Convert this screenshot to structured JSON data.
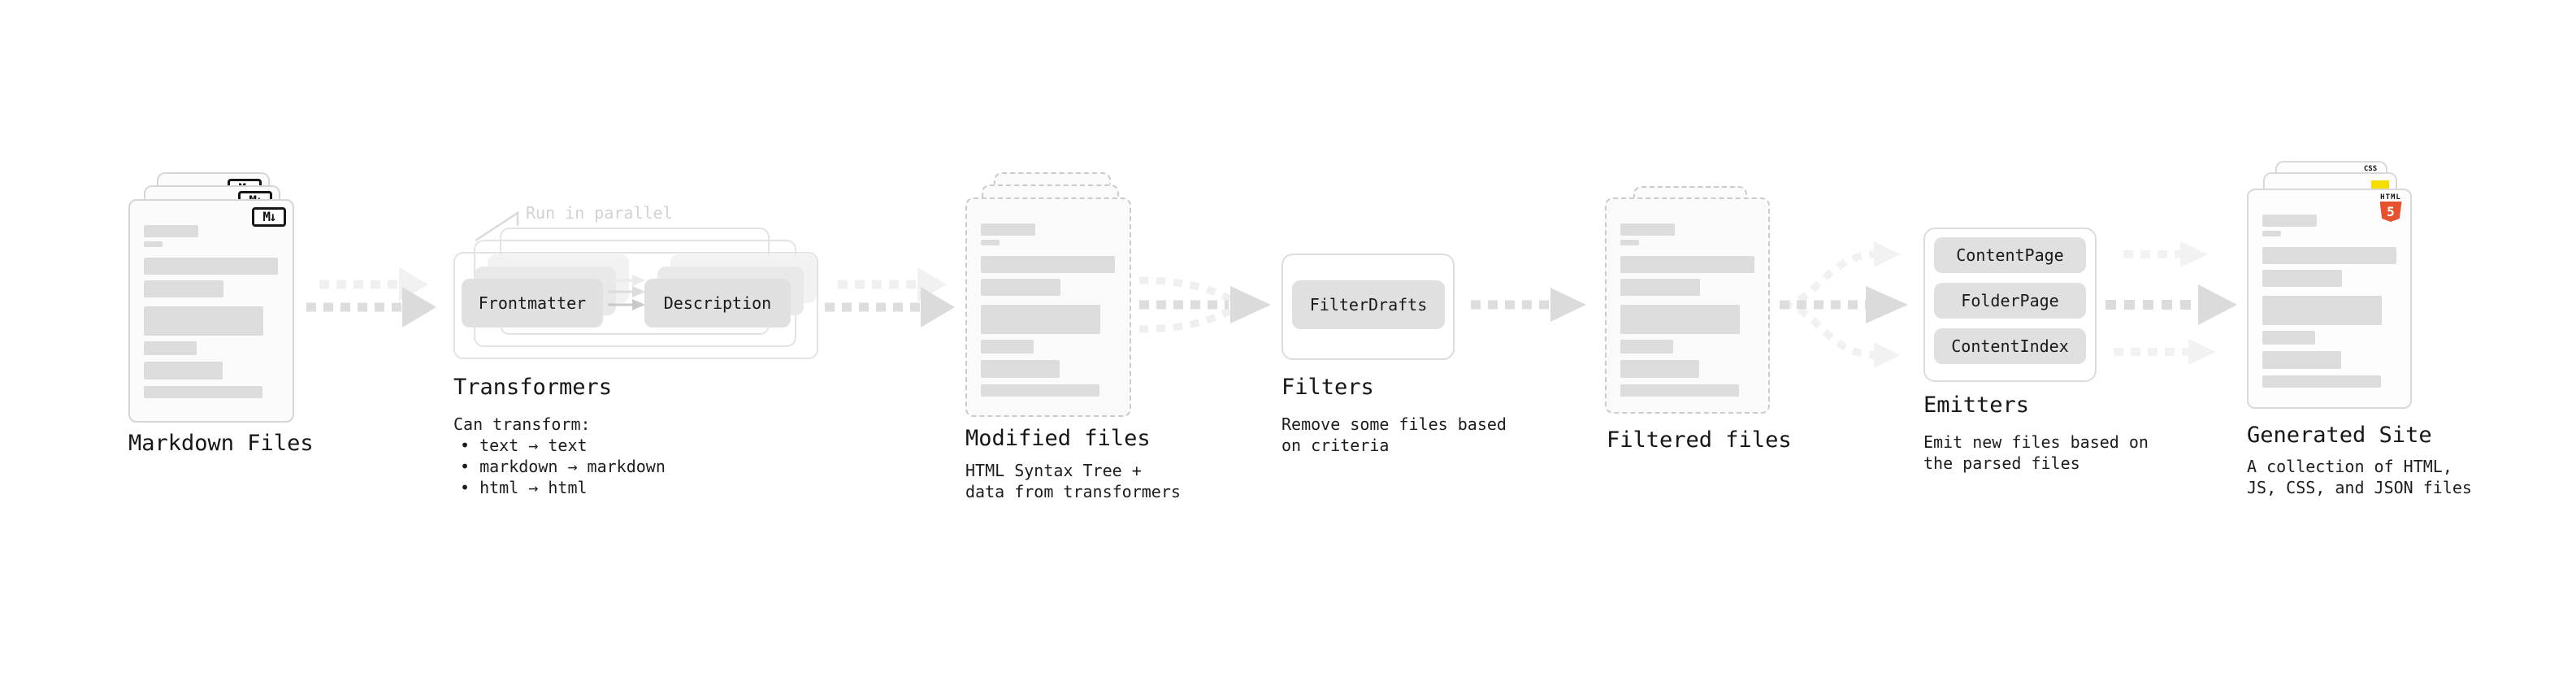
{
  "page": {
    "background": "#ffffff"
  },
  "colors": {
    "html5-orange": "#e8512d",
    "js-yellow": "#f5de00",
    "css-blue": "#2d63f1"
  },
  "nodes": {
    "markdown_files": {
      "title": "Markdown Files",
      "badge": "M↓"
    },
    "transformers": {
      "title": "Transformers",
      "annotation": "Run in parallel",
      "pill_left": "Frontmatter",
      "pill_right": "Description",
      "caption_intro": "Can transform:",
      "bullets": [
        "• text → text",
        "• markdown → markdown",
        "• html → html"
      ]
    },
    "modified_files": {
      "title": "Modified files",
      "caption_line1": "HTML Syntax Tree +",
      "caption_line2": "data from transformers"
    },
    "filters": {
      "title": "Filters",
      "pill": "FilterDrafts",
      "caption_line1": "Remove some files based",
      "caption_line2": "on criteria"
    },
    "filtered_files": {
      "title": "Filtered files"
    },
    "emitters": {
      "title": "Emitters",
      "pills": [
        "ContentPage",
        "FolderPage",
        "ContentIndex"
      ],
      "caption_line1": "Emit new files based on",
      "caption_line2": "the parsed files"
    },
    "generated_site": {
      "title": "Generated Site",
      "caption_line1": "A collection of HTML,",
      "caption_line2": "JS, CSS, and JSON files",
      "html5_label": "HTML",
      "html5_number": "5",
      "css_label": "CSS"
    }
  }
}
